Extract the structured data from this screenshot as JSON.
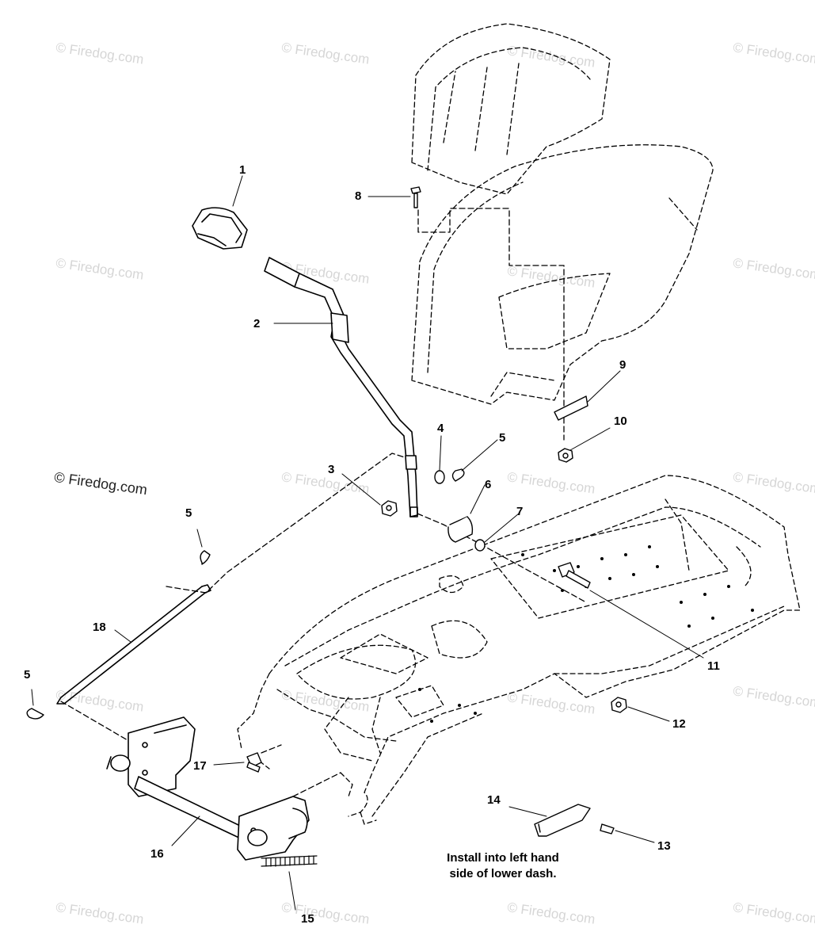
{
  "watermark": "© Firedog.com",
  "callouts": {
    "c1": "1",
    "c2": "2",
    "c3": "3",
    "c4": "4",
    "c5a": "5",
    "c5b": "5",
    "c5c": "5",
    "c6": "6",
    "c7": "7",
    "c8": "8",
    "c9": "9",
    "c10": "10",
    "c11": "11",
    "c12": "12",
    "c13": "13",
    "c14": "14",
    "c15": "15",
    "c16": "16",
    "c17": "17",
    "c18": "18"
  },
  "note": {
    "line1": "Install into left hand",
    "line2": "side of lower dash."
  }
}
